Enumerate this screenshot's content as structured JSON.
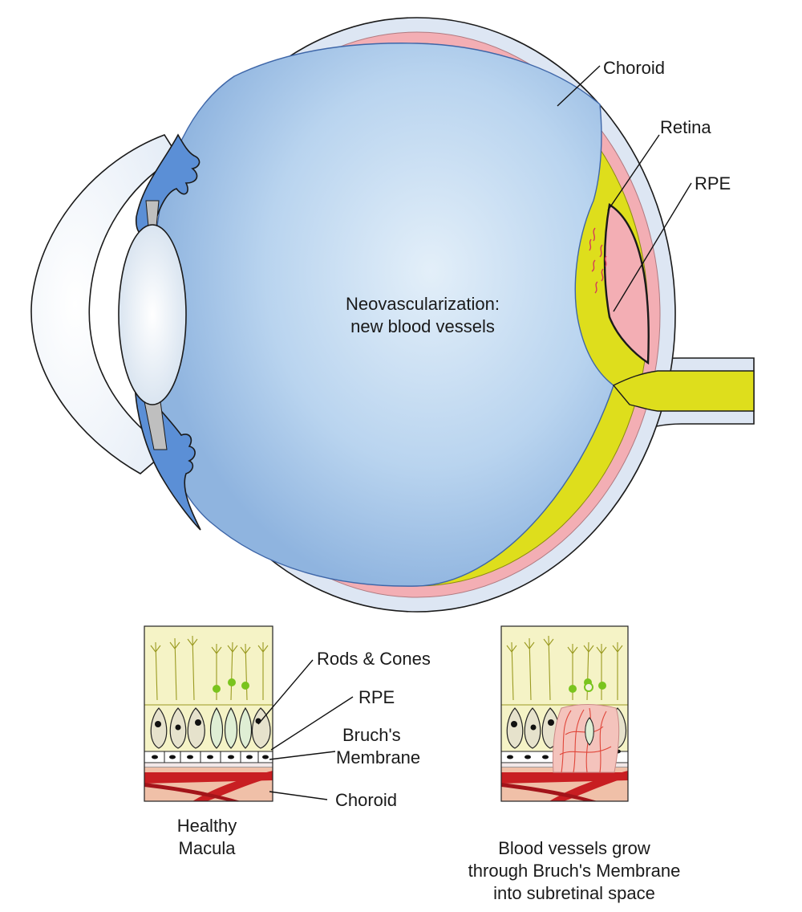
{
  "eye": {
    "center_text": [
      "Neovascularization:",
      "new blood vessels"
    ],
    "labels": {
      "choroid": "Choroid",
      "retina": "Retina",
      "rpe": "RPE"
    }
  },
  "healthy_panel": {
    "labels": {
      "rods_cones": "Rods & Cones",
      "rpe": "RPE",
      "bruchs": [
        "Bruch's",
        "Membrane"
      ],
      "choroid": "Choroid"
    },
    "caption": [
      "Healthy",
      "Macula"
    ]
  },
  "disease_panel": {
    "caption": [
      "Blood vessels grow",
      "through Bruch's Membrane",
      "into subretinal space"
    ]
  },
  "colors": {
    "sclera": "#dde6f3",
    "choroid": "#f3aeb4",
    "vitreous": "#a9c9ea",
    "retina_yellow": "#dede1c",
    "iris": "#5b8fd6",
    "vessel_red": "#c81e22"
  }
}
